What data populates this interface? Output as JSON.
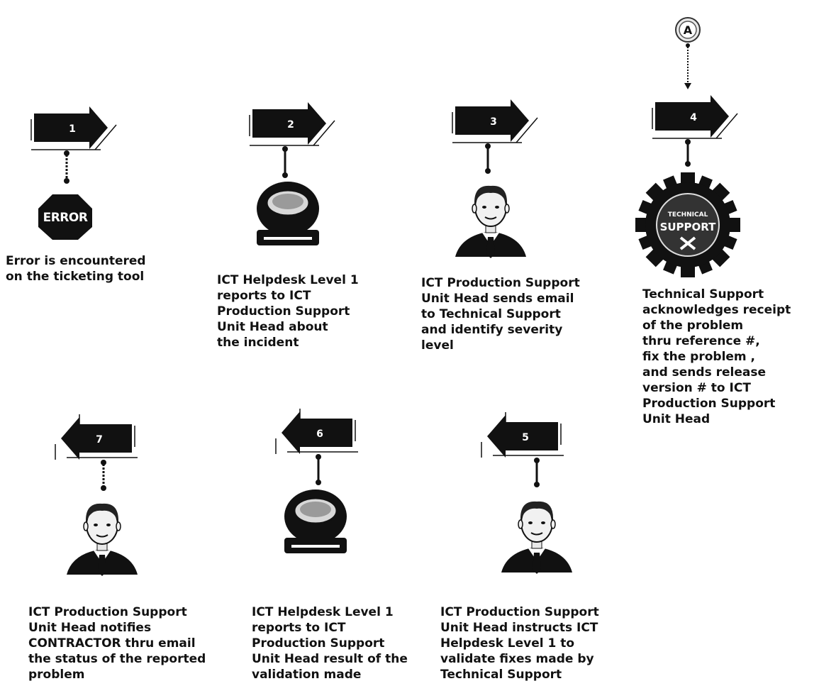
{
  "connector": {
    "label": "A"
  },
  "steps": [
    {
      "number": "1",
      "direction": "right",
      "icon": "error-stop-sign-icon",
      "icon_text": "ERROR",
      "caption": "Error is encountered\non the ticketing tool"
    },
    {
      "number": "2",
      "direction": "right",
      "icon": "helpdesk-headset-icon",
      "caption": "ICT Helpdesk Level 1\nreports to ICT\nProduction Support\nUnit Head about\nthe incident"
    },
    {
      "number": "3",
      "direction": "right",
      "icon": "manager-person-icon",
      "caption": "ICT Production Support\nUnit Head sends email\nto Technical Support\nand identify severity\nlevel"
    },
    {
      "number": "4",
      "direction": "right",
      "icon": "technical-support-gear-icon",
      "icon_text": [
        "TECHNICAL",
        "SUPPORT"
      ],
      "caption": "Technical Support\nacknowledges receipt\nof the problem\nthru reference #,\nfix the problem ,\nand sends release\nversion # to ICT\nProduction Support\nUnit Head"
    },
    {
      "number": "5",
      "direction": "left",
      "icon": "manager-person-icon",
      "caption": "ICT Production Support\nUnit Head instructs ICT\nHelpdesk Level 1 to\nvalidate fixes made by\nTechnical Support"
    },
    {
      "number": "6",
      "direction": "left",
      "icon": "helpdesk-headset-icon",
      "caption": "ICT Helpdesk Level 1\nreports to ICT\nProduction Support\nUnit Head result of the\nvalidation made"
    },
    {
      "number": "7",
      "direction": "left",
      "icon": "manager-person-icon",
      "caption": "ICT Production Support\nUnit Head notifies\nCONTRACTOR thru email\nthe status of the reported\nproblem"
    }
  ],
  "colors": {
    "ink": "#111111",
    "paper": "#ffffff",
    "face": "#f1f1f1"
  }
}
